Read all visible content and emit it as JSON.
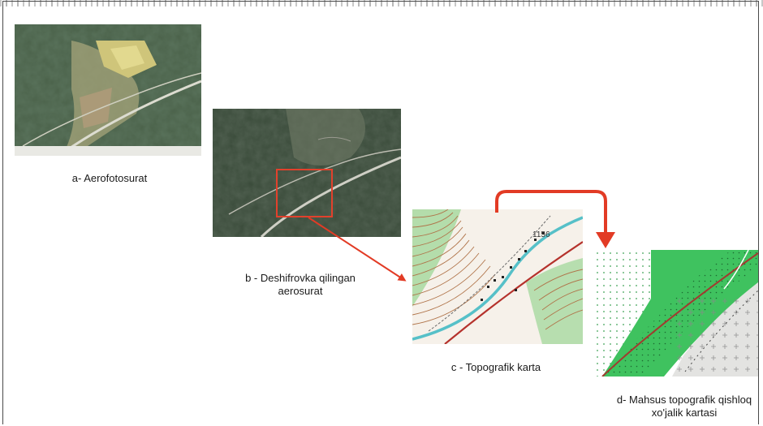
{
  "panels": {
    "a": {
      "caption": "a- Aerofotosurat"
    },
    "b": {
      "caption_line1": "b - Deshifrovka qilingan",
      "caption_line2": "aerosurat"
    },
    "c": {
      "caption": "c - Topografik karta",
      "elevation_label": "1156"
    },
    "d": {
      "caption_line1": "d- Mahsus topografik qishloq",
      "caption_line2": "xo'jalik kartasi"
    }
  },
  "colors": {
    "arrow": "#e23b25",
    "highlight_box": "#e2412c",
    "forest_dark": "#3d5640",
    "field_yellow": "#d6cf86",
    "map_green": "#3fc25f",
    "map_green_light": "#b9e3bf",
    "contour_brown": "#b0744a",
    "river_cyan": "#56c0c8",
    "road_red": "#b5322c"
  }
}
